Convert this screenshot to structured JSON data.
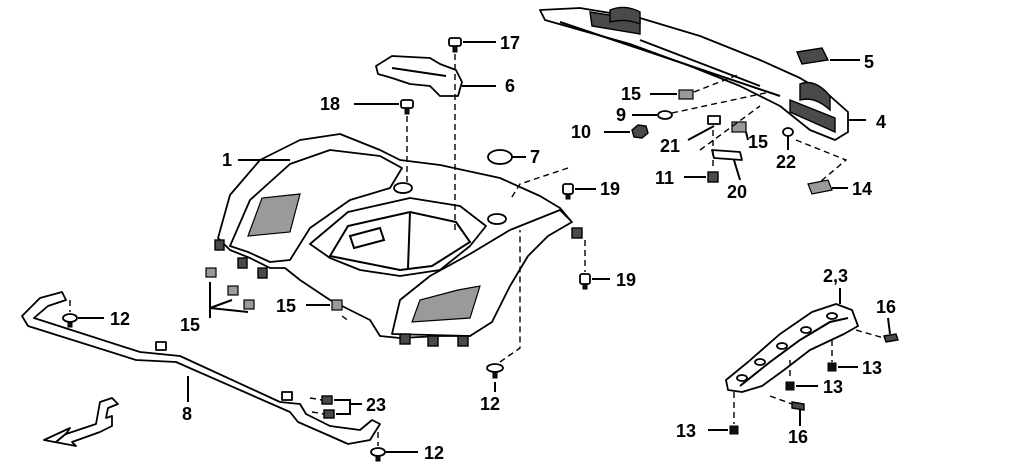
{
  "diagram": {
    "labels": [
      {
        "id": "1",
        "text": "1"
      },
      {
        "id": "2-3",
        "text": "2,3"
      },
      {
        "id": "4",
        "text": "4"
      },
      {
        "id": "5",
        "text": "5"
      },
      {
        "id": "6",
        "text": "6"
      },
      {
        "id": "7",
        "text": "7"
      },
      {
        "id": "8",
        "text": "8"
      },
      {
        "id": "9",
        "text": "9"
      },
      {
        "id": "10",
        "text": "10"
      },
      {
        "id": "11",
        "text": "11"
      },
      {
        "id": "12a",
        "text": "12"
      },
      {
        "id": "12b",
        "text": "12"
      },
      {
        "id": "12c",
        "text": "12"
      },
      {
        "id": "13a",
        "text": "13"
      },
      {
        "id": "13b",
        "text": "13"
      },
      {
        "id": "13c",
        "text": "13"
      },
      {
        "id": "14",
        "text": "14"
      },
      {
        "id": "15a",
        "text": "15"
      },
      {
        "id": "15b",
        "text": "15"
      },
      {
        "id": "15c",
        "text": "15"
      },
      {
        "id": "15d",
        "text": "15"
      },
      {
        "id": "16a",
        "text": "16"
      },
      {
        "id": "16b",
        "text": "16"
      },
      {
        "id": "17",
        "text": "17"
      },
      {
        "id": "18",
        "text": "18"
      },
      {
        "id": "19a",
        "text": "19"
      },
      {
        "id": "19b",
        "text": "19"
      },
      {
        "id": "20",
        "text": "20"
      },
      {
        "id": "21",
        "text": "21"
      },
      {
        "id": "22",
        "text": "22"
      },
      {
        "id": "23",
        "text": "23"
      }
    ]
  }
}
